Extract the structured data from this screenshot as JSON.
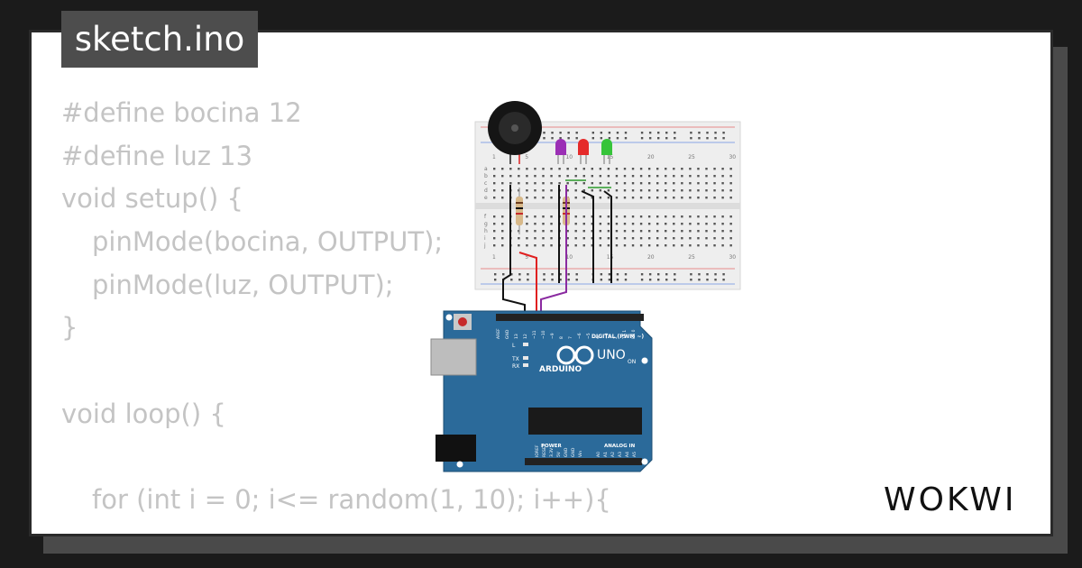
{
  "sketch": {
    "filename": "sketch.ino"
  },
  "code_lines": [
    {
      "text": "#define bocina 12",
      "indent": 0
    },
    {
      "text": "#define luz 13",
      "indent": 0
    },
    {
      "text": "void setup() {",
      "indent": 0
    },
    {
      "text": "pinMode(bocina, OUTPUT);",
      "indent": 1
    },
    {
      "text": "pinMode(luz, OUTPUT);",
      "indent": 1
    },
    {
      "text": "}",
      "indent": 0
    },
    {
      "text": "",
      "indent": 0
    },
    {
      "text": "void loop() {",
      "indent": 0
    },
    {
      "text": "",
      "indent": 0
    },
    {
      "text": "for (int i = 0; i<= random(1, 10); i++){",
      "indent": 1
    }
  ],
  "breadboard": {
    "row_labels_top": [
      "a",
      "b",
      "c",
      "d",
      "e"
    ],
    "row_labels_bottom": [
      "f",
      "g",
      "h",
      "i",
      "j"
    ],
    "column_numbers": [
      "1",
      "5",
      "10",
      "15",
      "20",
      "25",
      "30"
    ]
  },
  "arduino": {
    "brand": "ARDUINO",
    "model": "UNO",
    "digital_label": "DIGITAL (PWM ~)",
    "power_label": "POWER",
    "analog_label": "ANALOG IN",
    "on_label": "ON",
    "led_labels": [
      "L",
      "TX",
      "RX"
    ],
    "top_pin_labels": [
      "AREF",
      "GND",
      "13",
      "12",
      "~11",
      "~10",
      "~9",
      "8",
      "7",
      "~6",
      "~5",
      "4",
      "~3",
      "2",
      "TX 1",
      "RX 0"
    ],
    "power_pin_labels": [
      "IOREF",
      "RESET",
      "3.3V",
      "5V",
      "GND",
      "GND",
      "Vin"
    ],
    "analog_pin_labels": [
      "A0",
      "A1",
      "A2",
      "A3",
      "A4",
      "A5"
    ]
  },
  "logo": {
    "text": "WOKWI"
  },
  "colors": {
    "background": "#1b1b1b",
    "card": "#ffffff",
    "tab": "#4d4d4d",
    "code_text": "#c4c4c4",
    "arduino_board": "#2b6a9a",
    "wire_red": "#e02020",
    "wire_purple": "#8a2aa0",
    "wire_black": "#111111",
    "led_purple": "#9b2fb5",
    "led_red": "#e52a2a",
    "led_green": "#36c43a"
  }
}
